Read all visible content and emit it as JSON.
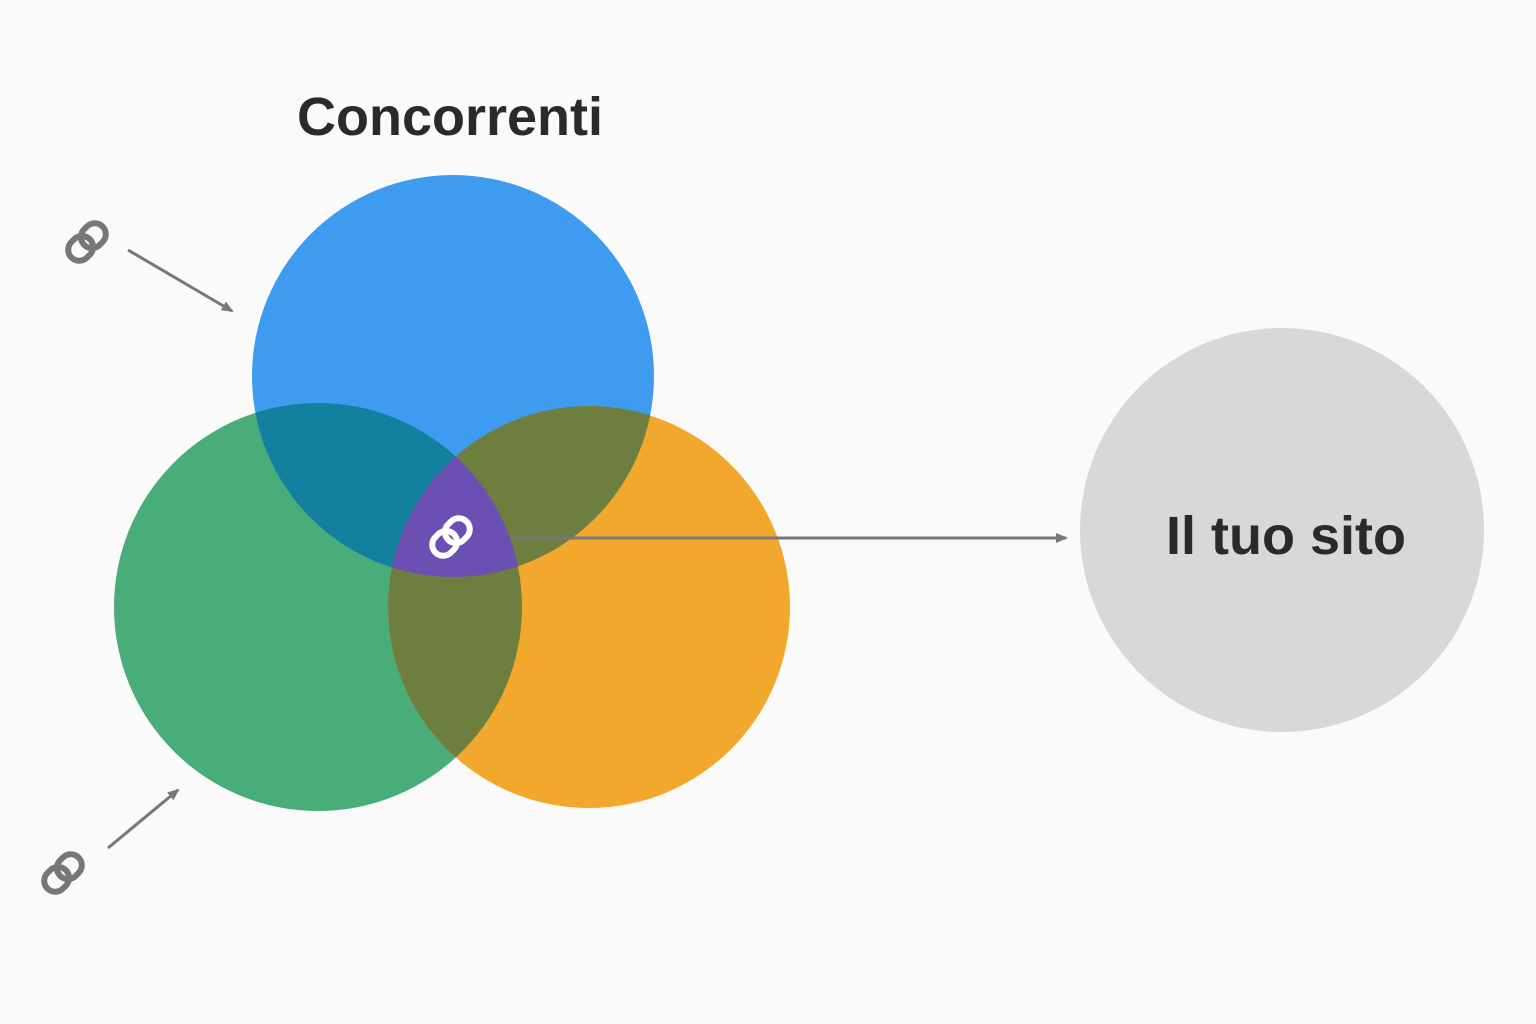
{
  "title": "Concorrenti",
  "target_label": "Il tuo sito",
  "competitor_circles": [
    {
      "name": "blue-competitor-circle",
      "color": "#3f9bf0"
    },
    {
      "name": "green-competitor-circle",
      "color": "#48ad78"
    },
    {
      "name": "orange-competitor-circle",
      "color": "#f2a82c"
    }
  ],
  "overlap_colors": {
    "blue_green": "#14809f",
    "blue_orange": "#6e7e3e",
    "green_orange": "#6e7e3e",
    "center": "#6b4fb3"
  },
  "target_circle_color": "#d8d8d8",
  "arrow_color": "#777777",
  "text_color": "#2a2a2a",
  "icons": [
    "link-icon",
    "link-icon",
    "link-icon"
  ]
}
